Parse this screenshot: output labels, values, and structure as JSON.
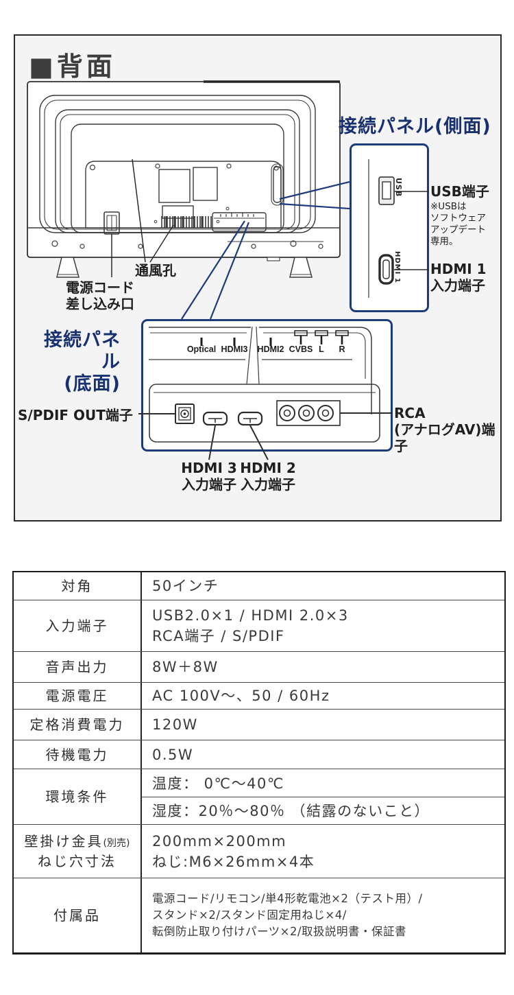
{
  "colors": {
    "navy_text": "#18306f",
    "navy_line": "#1d3a7c",
    "ink": "#2e2e2e",
    "card_bg": "#f4f4f5"
  },
  "diagram": {
    "title": "■背面",
    "tv_callouts": {
      "vent": "通風孔",
      "power_line1": "電源コード",
      "power_line2": "差し込み口"
    },
    "side_panel": {
      "title": "接続パネル(側面)",
      "usb_port_label": "USB",
      "hdmi_port_label": "HDMI 1",
      "usb_callout": "USB端子",
      "usb_note_1": "※USBは",
      "usb_note_2": "ソフトウェア",
      "usb_note_3": "アップデート",
      "usb_note_4": "専用。",
      "hdmi_callout_1": "HDMI 1",
      "hdmi_callout_2": "入力端子"
    },
    "bottom_panel": {
      "title_line1": "接続パネル",
      "title_line2": "(底面)",
      "ports": [
        "Optical",
        "HDMI3",
        "HDMI2",
        "CVBS",
        "L",
        "R"
      ],
      "spdif_callout": "S/PDIF OUT端子",
      "rca_callout_1": "RCA",
      "rca_callout_2": "(アナログAV)端子",
      "hdmi3_callout_1": "HDMI 3",
      "hdmi3_callout_2": "入力端子",
      "hdmi2_callout_1": "HDMI 2",
      "hdmi2_callout_2": "入力端子"
    }
  },
  "table": {
    "rows": [
      {
        "label": "対角",
        "line1": "50インチ"
      },
      {
        "label": "入力端子",
        "line1": "USB2.0×1 / HDMI 2.0×3",
        "line2": "RCA端子 / S/PDIF"
      },
      {
        "label": "音声出力",
        "line1": "8W＋8W"
      },
      {
        "label": "電源電圧",
        "line1": "AC 100V～、50 / 60Hz"
      },
      {
        "label": "定格消費電力",
        "line1": "120W"
      },
      {
        "label": "待機電力",
        "line1": "0.5W"
      }
    ],
    "environment": {
      "label": "環境条件",
      "temperature": "温度： 0℃～40℃",
      "humidity": "湿度：20％～80％ （結露のないこと）"
    },
    "wall_mount": {
      "label_main": "壁掛け金具",
      "label_small": "(別売)",
      "label_line2": "ねじ穴寸法",
      "line1": "200mm×200mm",
      "line2": "ねじ:M6×26mm×4本"
    },
    "accessories": {
      "label": "付属品",
      "line1": "電源コード/リモコン/単4形乾電池×2（テスト用）/",
      "line2": "スタンド×2/スタンド固定用ねじ×4/",
      "line3": "転倒防止取り付けパーツ×2/取扱説明書・保証書"
    }
  }
}
